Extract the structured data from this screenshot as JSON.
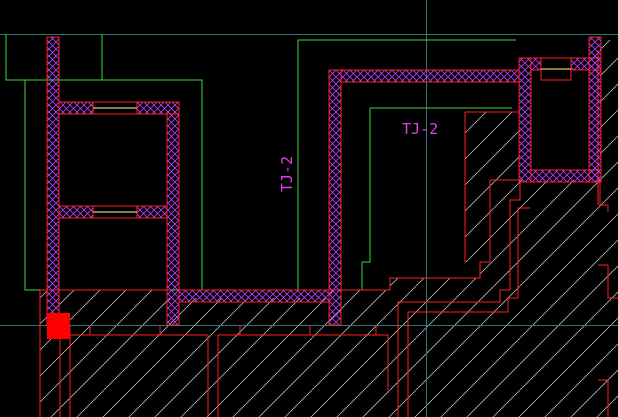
{
  "drawing": {
    "labels": [
      {
        "id": "tj2-vertical",
        "text": "TJ-2"
      },
      {
        "id": "tj2-horizontal",
        "text": "TJ-2"
      }
    ],
    "colors": {
      "background": "#000000",
      "wall_outline": "#ff2020",
      "wall_hatch": "#c040ff",
      "label_text": "#e040e0",
      "green_outline": "#3ad83a",
      "window_fill": "#ffff80",
      "hatch_area": "#d8d8d8",
      "crosshair": "#2a7a7a",
      "grip_marker": "#ff0000"
    }
  }
}
